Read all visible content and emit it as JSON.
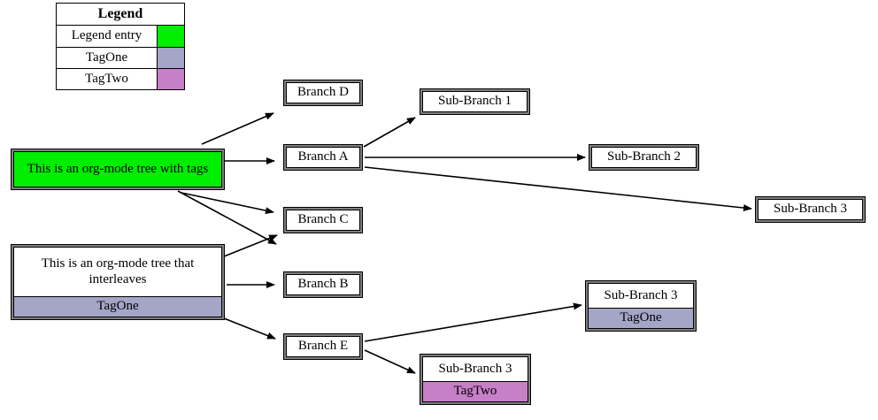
{
  "legend": {
    "title": "Legend",
    "rows": [
      {
        "label": "Legend entry",
        "color": "#00ee00"
      },
      {
        "label": "TagOne",
        "color": "#a5a5c8"
      },
      {
        "label": "TagTwo",
        "color": "#c77fc7"
      }
    ]
  },
  "nodes": {
    "root_green": {
      "title": "This is an org-mode tree with tags",
      "fill": "#00ee00"
    },
    "root_interleaves": {
      "title": "This is an org-mode tree that interleaves",
      "tag": "TagOne",
      "tag_color": "#a5a5c8"
    },
    "branch_d": {
      "title": "Branch D"
    },
    "branch_a": {
      "title": "Branch A"
    },
    "branch_c": {
      "title": "Branch C"
    },
    "branch_b": {
      "title": "Branch B"
    },
    "branch_e": {
      "title": "Branch E"
    },
    "sub1": {
      "title": "Sub-Branch 1"
    },
    "sub2": {
      "title": "Sub-Branch 2"
    },
    "sub3_right": {
      "title": "Sub-Branch 3"
    },
    "sub3_tagone": {
      "title": "Sub-Branch 3",
      "tag": "TagOne",
      "tag_color": "#a5a5c8"
    },
    "sub3_tagtwo": {
      "title": "Sub-Branch 3",
      "tag": "TagTwo",
      "tag_color": "#c77fc7"
    }
  },
  "edges": [
    {
      "from": "root_green",
      "to": "branch_d"
    },
    {
      "from": "root_green",
      "to": "branch_a"
    },
    {
      "from": "root_green",
      "to": "branch_c"
    },
    {
      "from": "root_green",
      "to": "branch_b"
    },
    {
      "from": "root_interleaves",
      "to": "branch_c"
    },
    {
      "from": "root_interleaves",
      "to": "branch_b"
    },
    {
      "from": "root_interleaves",
      "to": "branch_e"
    },
    {
      "from": "branch_a",
      "to": "sub1"
    },
    {
      "from": "branch_a",
      "to": "sub2"
    },
    {
      "from": "branch_a",
      "to": "sub3_right"
    },
    {
      "from": "branch_e",
      "to": "sub3_tagone"
    },
    {
      "from": "branch_e",
      "to": "sub3_tagtwo"
    }
  ],
  "style": {
    "edge_color": "#000000",
    "node_border": "#000000",
    "node_bg": "#ffffff",
    "outer_ring": "#808080"
  }
}
